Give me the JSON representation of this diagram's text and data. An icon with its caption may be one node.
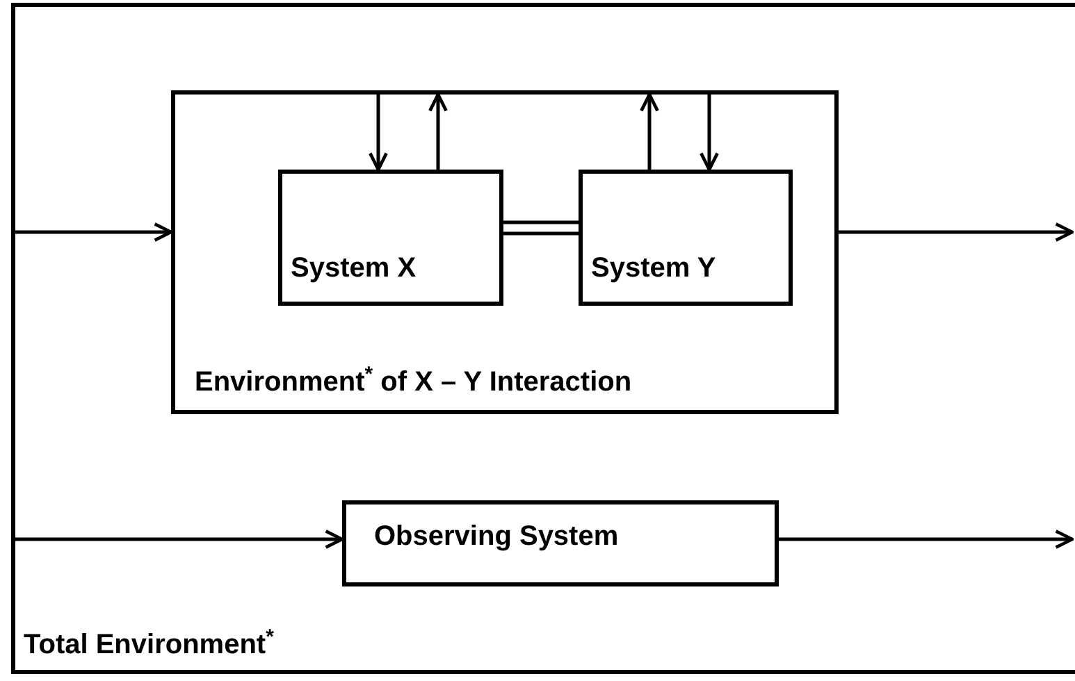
{
  "diagram": {
    "nodes": [
      {
        "text": [
          "Total Environment$^{*}$"
        ]
      },
      {
        "text": [
          "Environment$^{*}$ of X – Y Interaction"
        ],
        "in": 0
      },
      {
        "text": [
          "System X"
        ],
        "in": 1
      },
      {
        "text": [
          "System Y"
        ],
        "in": 1
      },
      {
        "text": [
          "Observing System"
        ],
        "in": 0
      }
    ],
    "edges": [
      {
        "from": null,
        "to": 1,
        "arrow": "to"
      },
      {
        "from": 1,
        "to": null,
        "arrow": "to"
      },
      {
        "from": 1,
        "to": 2,
        "arrow": "to"
      },
      {
        "from": 2,
        "to": 1,
        "arrow": "to"
      },
      {
        "from": 3,
        "to": 1,
        "arrow": "to"
      },
      {
        "from": 1,
        "to": 3,
        "arrow": "to"
      },
      {
        "from": 2,
        "to": 3,
        "arrow": "none"
      },
      {
        "from": null,
        "to": 4,
        "arrow": "to"
      },
      {
        "from": 4,
        "to": null,
        "arrow": "to"
      }
    ]
  }
}
